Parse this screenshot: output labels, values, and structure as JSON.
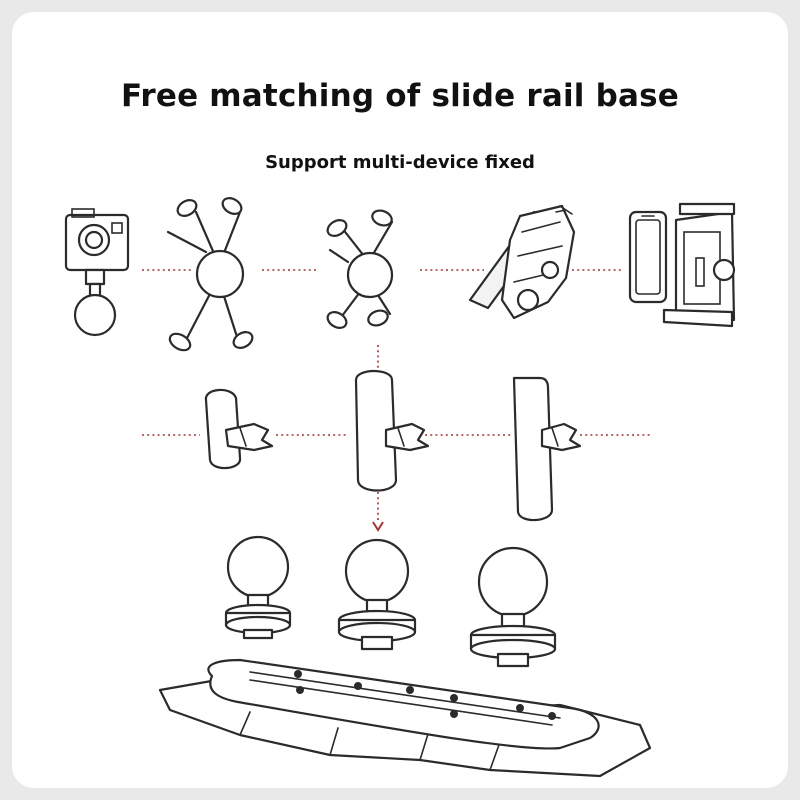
{
  "heading": {
    "title": "Free matching of slide rail base",
    "subtitle": "Support multi-device fixed"
  },
  "colors": {
    "background": "#e9e9e9",
    "card": "#ffffff",
    "line_art": "#2b2b2b",
    "connector": "#a33535"
  },
  "components": {
    "devices": [
      "action-camera-with-ball-adapter",
      "x-grip-phone-holder-large",
      "x-grip-phone-holder-small",
      "phone-cradle-holder",
      "tablet-clamp-holder"
    ],
    "arms": [
      "short-double-socket-arm",
      "medium-double-socket-arm",
      "long-double-socket-arm"
    ],
    "ball_bases": [
      "small-ball-base",
      "medium-ball-base",
      "large-ball-base"
    ],
    "rail": "slide-rail-base"
  }
}
